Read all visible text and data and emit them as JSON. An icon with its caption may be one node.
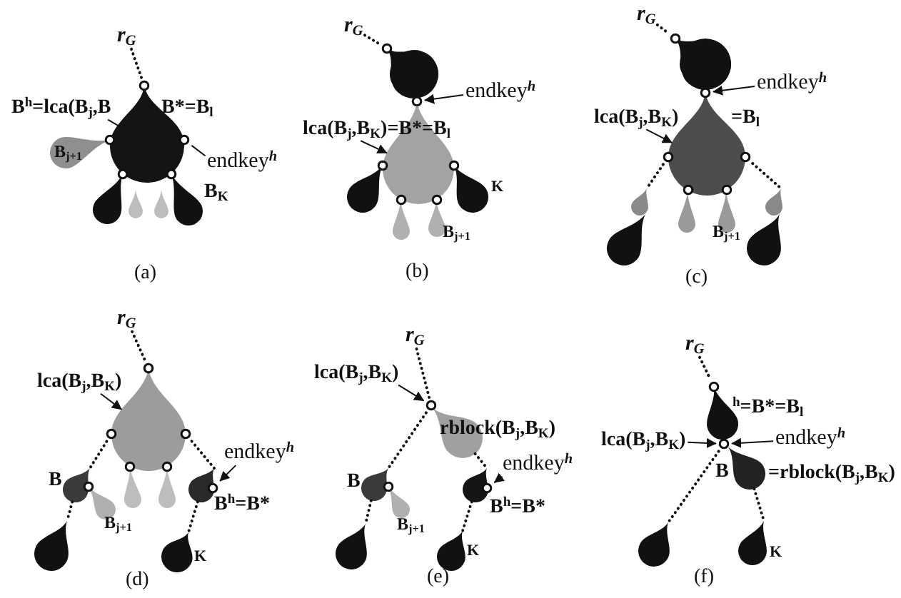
{
  "diagram": {
    "nodes": [
      {
        "text": [
          "r$_{G}$"
        ]
      },
      {
        "text": [],
        "shape": "circle"
      },
      {
        "text": [
          "B$^{h}$=lca(B$_{j}$,B"
        ]
      },
      {
        "text": [],
        "shape": "drop"
      },
      {
        "text": [],
        "shape": "circle"
      },
      {
        "text": [],
        "shape": "circle"
      },
      {
        "text": [
          "endkey$^{h}$"
        ]
      },
      {
        "text": [
          "B$_{j+1}$"
        ]
      },
      {
        "text": [],
        "shape": "circle"
      },
      {
        "text": [],
        "shape": "circle"
      },
      {
        "text": [],
        "shape": "drop"
      },
      {
        "text": [],
        "shape": "drop"
      },
      {
        "text": [],
        "shape": "drop"
      },
      {
        "text": [],
        "shape": "drop",
        "beside": [
          "B$_{K}$"
        ]
      },
      {
        "text": [
          "r$_{G}$"
        ]
      },
      {
        "text": [],
        "shape": "circle"
      },
      {
        "text": [],
        "shape": "drop"
      },
      {
        "text": [
          "endkey$^{h}$"
        ]
      },
      {
        "text": [],
        "shape": "circle"
      },
      {
        "text": [
          "lca(B$_{j}$,B$_{K}$)=B*=B$_{l}$"
        ]
      },
      {
        "text": [],
        "shape": "drop"
      },
      {
        "text": [],
        "shape": "circle"
      },
      {
        "text": [],
        "shape": "circle"
      },
      {
        "text": [],
        "shape": "drop"
      },
      {
        "text": [],
        "shape": "drop",
        "beside": [
          "K"
        ]
      },
      {
        "text": [],
        "shape": "circle"
      },
      {
        "text": [],
        "shape": "circle"
      },
      {
        "text": [],
        "shape": "drop"
      },
      {
        "text": [],
        "shape": "drop",
        "beside": [
          "B$_{j+1}$"
        ]
      },
      {
        "text": [
          "r$_{G}$"
        ]
      },
      {
        "text": [],
        "shape": "circle"
      },
      {
        "text": [],
        "shape": "drop"
      },
      {
        "text": [
          "endkey$^{h}$"
        ]
      },
      {
        "text": [],
        "shape": "circle"
      },
      {
        "text": [
          "lca(B$_{j}$,B$_{K}$)"
        ]
      },
      {
        "text": [],
        "shape": "drop"
      },
      {
        "text": [],
        "shape": "circle"
      },
      {
        "text": [],
        "shape": "circle"
      },
      {
        "text": [],
        "shape": "circle"
      },
      {
        "text": [],
        "shape": "circle"
      },
      {
        "text": [],
        "shape": "drop"
      },
      {
        "text": [],
        "shape": "drop"
      },
      {
        "text": [],
        "shape": "drop"
      },
      {
        "text": [],
        "shape": "drop",
        "beside": [
          "B$_{j+1}$"
        ]
      },
      {
        "text": [],
        "shape": "drop"
      },
      {
        "text": [],
        "shape": "drop"
      },
      {
        "text": [
          "r$_{G}$"
        ]
      },
      {
        "text": [],
        "shape": "circle"
      },
      {
        "text": [
          "lca(B$_{j}$,B$_{K}$)"
        ]
      },
      {
        "text": [],
        "shape": "drop"
      },
      {
        "text": [],
        "shape": "circle"
      },
      {
        "text": [],
        "shape": "circle"
      },
      {
        "text": [],
        "shape": "circle"
      },
      {
        "text": [],
        "shape": "circle"
      },
      {
        "text": [
          "endkey$^{h}$"
        ]
      },
      {
        "text": [],
        "shape": "drop",
        "beside": [
          "B"
        ]
      },
      {
        "text": [],
        "shape": "circle"
      },
      {
        "text": [],
        "shape": "drop",
        "beside": [
          "B$^{h}$=B*"
        ]
      },
      {
        "text": [],
        "shape": "circle"
      },
      {
        "text": [],
        "shape": "drop"
      },
      {
        "text": [],
        "shape": "drop"
      },
      {
        "text": [],
        "shape": "drop",
        "beside": [
          "B$_{j+1}$"
        ]
      },
      {
        "text": [],
        "shape": "drop"
      },
      {
        "text": [],
        "shape": "drop",
        "beside": [
          "K"
        ]
      },
      {
        "text": [
          "r$_{G}$"
        ]
      },
      {
        "text": [
          "lca(B$_{j}$,B$_{K}$)"
        ]
      },
      {
        "text": [],
        "shape": "circle"
      },
      {
        "text": [],
        "shape": "drop",
        "beside": [
          "rblock(B$_{j}$,B$_{K}$)"
        ]
      },
      {
        "text": [
          "endkey$^{h}$"
        ]
      },
      {
        "text": [],
        "shape": "drop",
        "beside": [
          "B"
        ]
      },
      {
        "text": [],
        "shape": "circle"
      },
      {
        "text": [],
        "shape": "drop",
        "beside": [
          "B$^{h}$=B*"
        ]
      },
      {
        "text": [],
        "shape": "circle"
      },
      {
        "text": [],
        "shape": "drop",
        "beside": [
          "B$_{j+1}$"
        ]
      },
      {
        "text": [],
        "shape": "drop"
      },
      {
        "text": [],
        "shape": "drop",
        "beside": [
          "K"
        ]
      },
      {
        "text": [
          "r$_{G}$"
        ]
      },
      {
        "text": [],
        "shape": "circle"
      },
      {
        "text": [],
        "shape": "drop",
        "beside": [
          "$^{h}$=B*=B$_{l}$"
        ]
      },
      {
        "text": [
          "lca(B$_{j}$,B$_{K}$)"
        ]
      },
      {
        "text": [],
        "shape": "circle"
      },
      {
        "text": [
          "endkey$^{h}$"
        ]
      },
      {
        "text": [],
        "shape": "drop",
        "beside": [
          "B",
          "=rblock(B$_{j}$,B$_{K}$)"
        ]
      },
      {
        "text": [],
        "shape": "drop"
      },
      {
        "text": [],
        "shape": "drop",
        "beside": [
          "K"
        ]
      }
    ],
    "edges": [
      {
        "from": 0,
        "to": 1,
        "arrow": "none",
        "style": "dashed"
      },
      {
        "from": 2,
        "to": 3,
        "arrow": "none"
      },
      {
        "from": 6,
        "to": 5,
        "arrow": "none"
      },
      {
        "from": 14,
        "to": 15,
        "arrow": "none",
        "style": "dashed"
      },
      {
        "from": 17,
        "to": 18,
        "arrow": "to"
      },
      {
        "from": 19,
        "to": 20,
        "arrow": "to"
      },
      {
        "from": 29,
        "to": 30,
        "arrow": "none",
        "style": "dashed"
      },
      {
        "from": 32,
        "to": 33,
        "arrow": "to"
      },
      {
        "from": 34,
        "to": 35,
        "arrow": "to"
      },
      {
        "from": 36,
        "to": 40,
        "arrow": "none",
        "style": "dashed"
      },
      {
        "from": 37,
        "to": 41,
        "arrow": "none",
        "style": "dashed"
      },
      {
        "from": 46,
        "to": 47,
        "arrow": "none",
        "style": "dashed"
      },
      {
        "from": 48,
        "to": 49,
        "arrow": "to"
      },
      {
        "from": 54,
        "to": 58,
        "arrow": "to"
      },
      {
        "from": 50,
        "to": 55,
        "arrow": "none",
        "style": "dashed"
      },
      {
        "from": 51,
        "to": 57,
        "arrow": "none",
        "style": "dashed"
      },
      {
        "from": 55,
        "to": 62,
        "arrow": "none",
        "style": "dashed"
      },
      {
        "from": 57,
        "to": 63,
        "arrow": "none",
        "style": "dashed"
      },
      {
        "from": 64,
        "to": 66,
        "arrow": "none",
        "style": "dashed"
      },
      {
        "from": 65,
        "to": 66,
        "arrow": "to"
      },
      {
        "from": 68,
        "to": 72,
        "arrow": "to"
      },
      {
        "from": 66,
        "to": 69,
        "arrow": "none",
        "style": "dashed"
      },
      {
        "from": 69,
        "to": 74,
        "arrow": "none",
        "style": "dashed"
      },
      {
        "from": 67,
        "to": 71,
        "arrow": "none",
        "style": "dashed"
      },
      {
        "from": 71,
        "to": 75,
        "arrow": "none",
        "style": "dashed"
      },
      {
        "from": 76,
        "to": 77,
        "arrow": "none",
        "style": "dashed"
      },
      {
        "from": 79,
        "to": 80,
        "arrow": "to"
      },
      {
        "from": 81,
        "to": 80,
        "arrow": "to"
      },
      {
        "from": 80,
        "to": 83,
        "arrow": "none",
        "style": "dashed"
      },
      {
        "from": 82,
        "to": 84,
        "arrow": "none",
        "style": "dashed"
      }
    ],
    "labels": [
      "B*=B$_{l}$",
      "(a)",
      "(b)",
      "=B$_{l}$",
      "(c)",
      "(d)",
      "(e)",
      "(f)"
    ]
  }
}
